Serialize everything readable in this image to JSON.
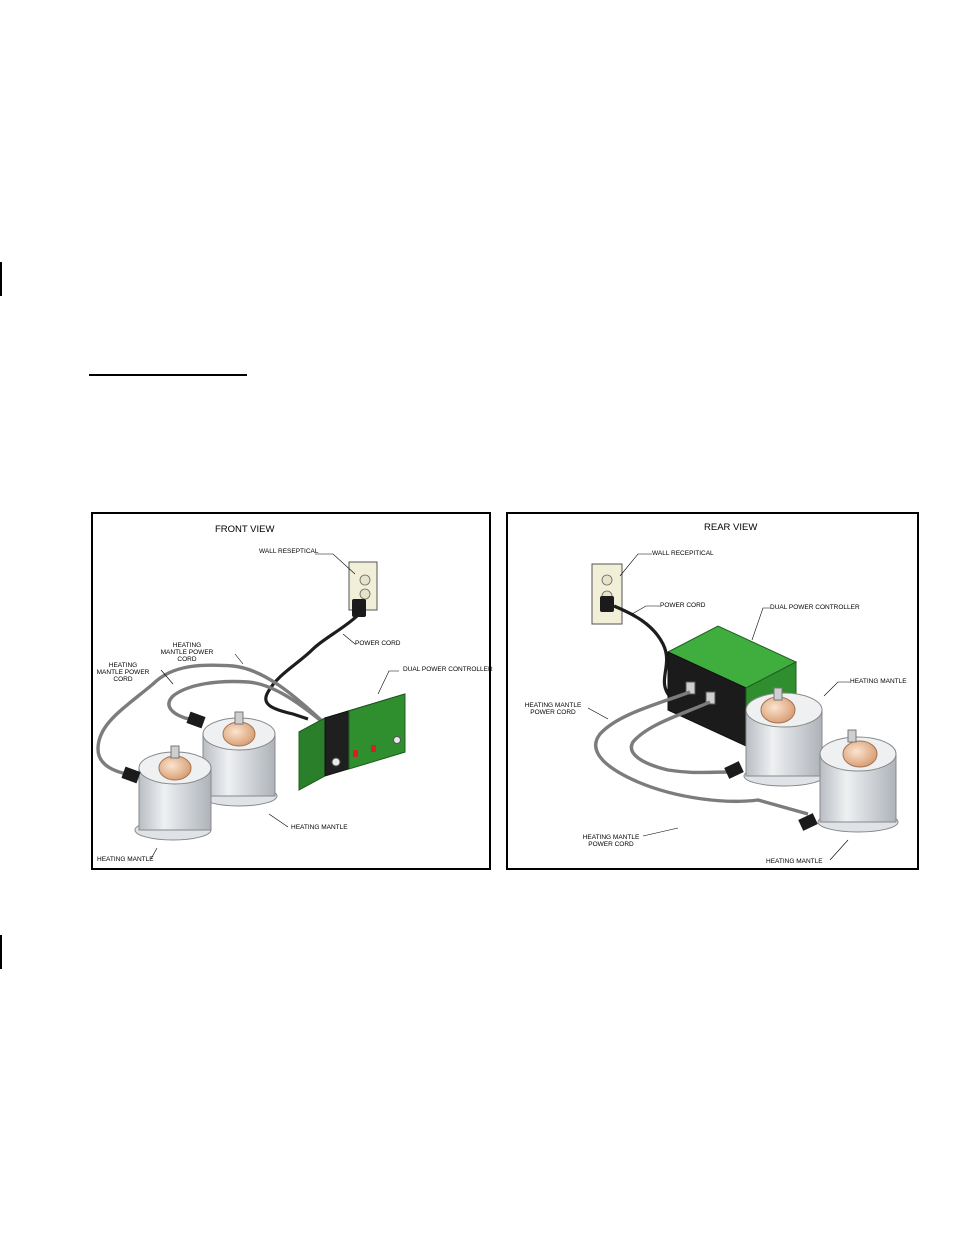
{
  "front": {
    "title": "FRONT VIEW",
    "wall": "WALL RESEPTICAL",
    "power_cord": "POWER CORD",
    "controller": "DUAL POWER CONTROLLER",
    "hm_cord_1": "HEATING MANTLE POWER CORD",
    "hm_cord_2": "HEATING MANTLE POWER CORD",
    "mantle_1": "HEATING MANTLE",
    "mantle_2": "HEATING MANTLE"
  },
  "rear": {
    "title": "REAR VIEW",
    "wall": "WALL RECEPITICAL",
    "power_cord": "POWER CORD",
    "controller": "DUAL POWER CONTROLLER",
    "hm_cord_1": "HEATING MANTLE POWER CORD",
    "hm_cord_2": "HEATING MANTLE POWER CORD",
    "mantle_1": "HEATING MANTLE",
    "mantle_2": "HEATING MANTLE"
  },
  "colors": {
    "controller_green": "#2f8f2f",
    "controller_dark": "#1f5f1f",
    "mantle_silver": "#d9dde2",
    "flask_peach": "#f1c9a3",
    "cord_gray": "#8a8a8a"
  }
}
